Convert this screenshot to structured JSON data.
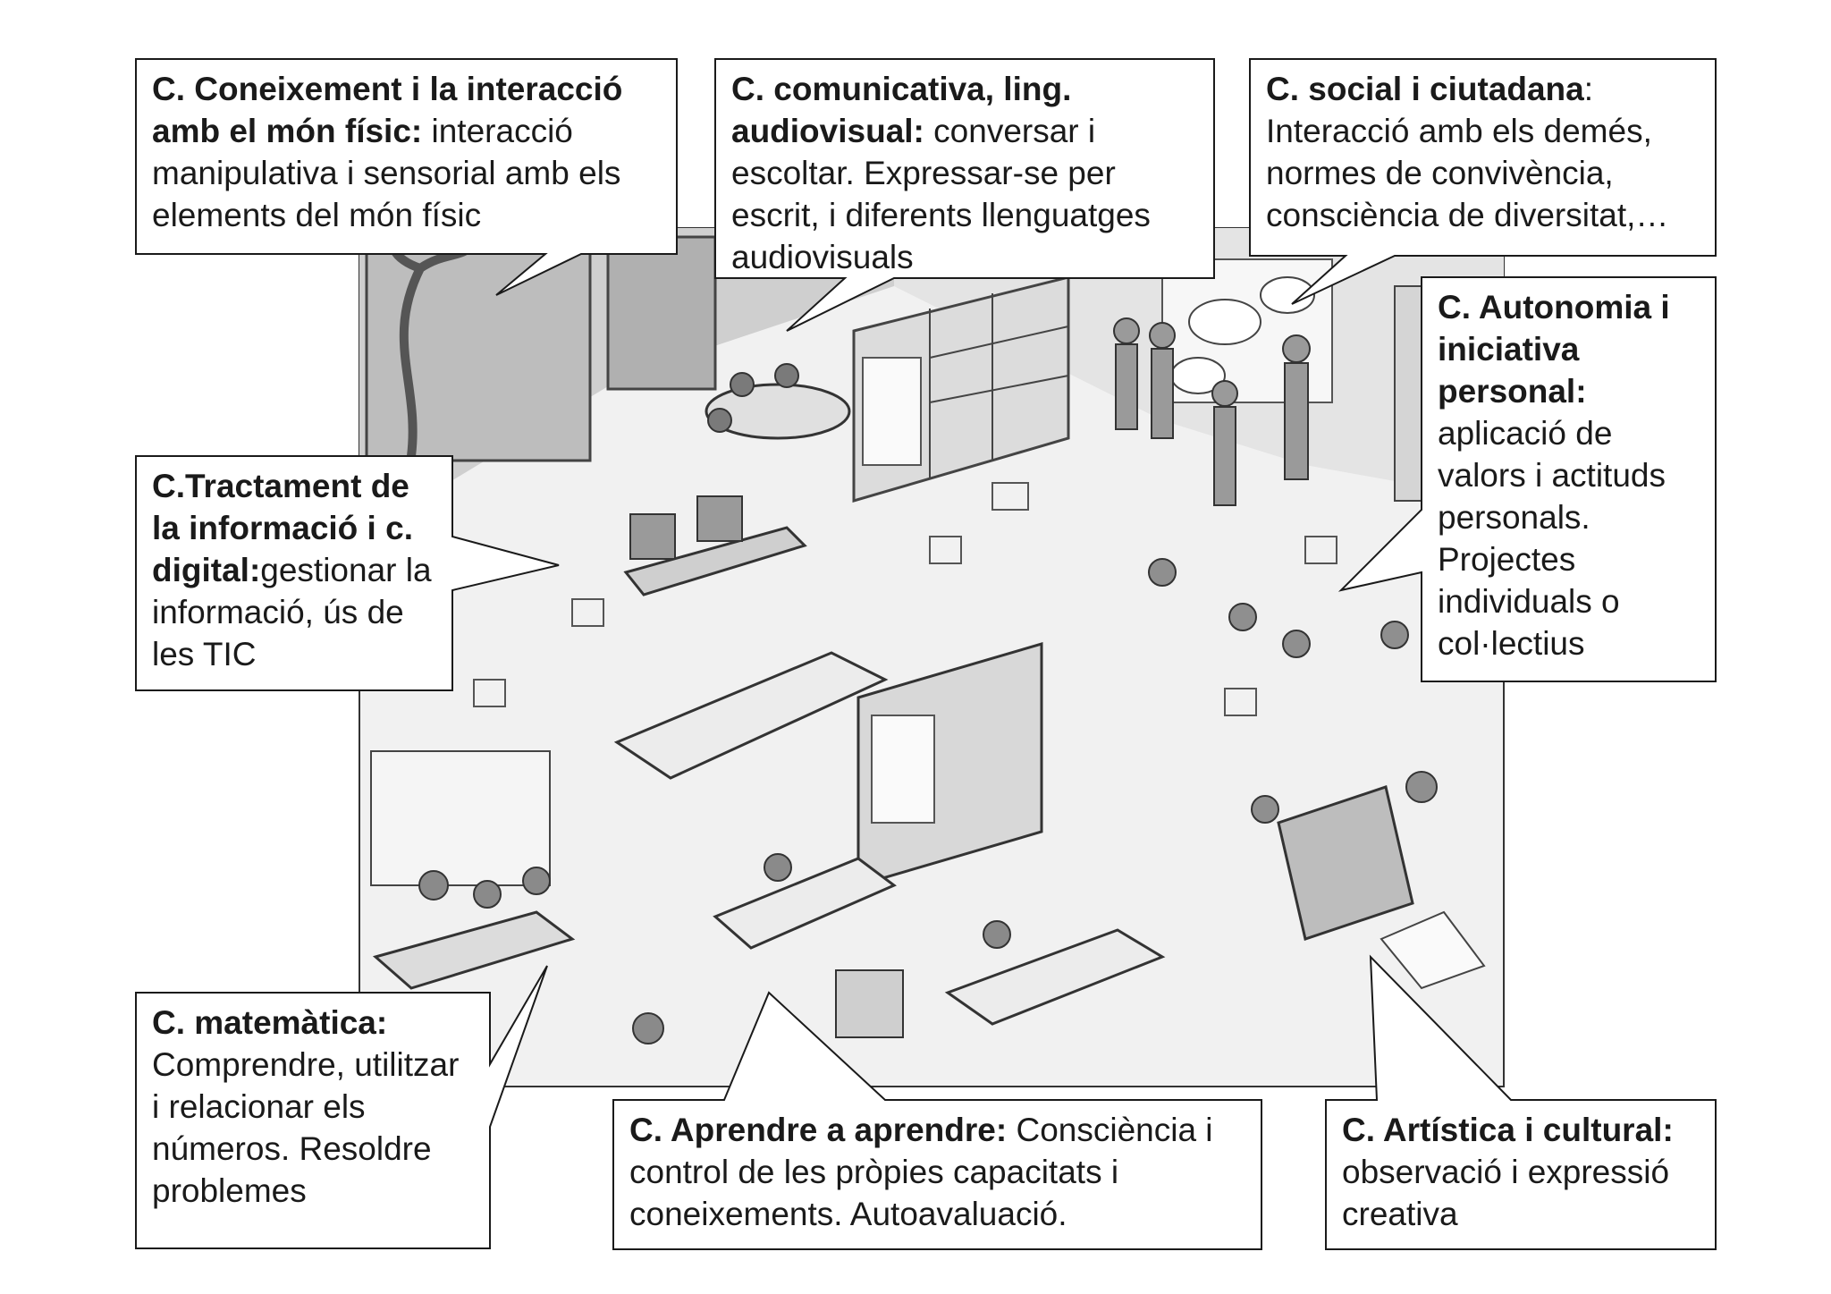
{
  "callouts": {
    "fisic": {
      "bold": "C. Coneixement i la interacció amb el món físic:",
      "text": " interacció manipulativa i sensorial amb els elements del món físic"
    },
    "comunicativa": {
      "bold": "C. comunicativa, ling. audiovisual:",
      "text": " conversar i escoltar. Expressar-se per escrit, i diferents llenguatges audiovisuals"
    },
    "social": {
      "bold": "C. social i ciutadana",
      "text": ": Interacció amb els demés, normes de convivència, consciència de diversitat,…"
    },
    "autonomia": {
      "bold": "C. Autonomia i iniciativa personal:",
      "text": " aplicació de valors i actituds personals. Projectes individuals o col·lectius"
    },
    "digital": {
      "bold": "C.Tractament de la informació i c. digital:",
      "text": "gestionar la informació, ús de les TIC"
    },
    "matematica": {
      "bold": "C. matemàtica:",
      "text": " Comprendre, utilitzar i relacionar els números. Resoldre problemes"
    },
    "aprendre": {
      "bold": "C. Aprendre a aprendre:",
      "text": " Consciència i control de les pròpies capacitats i coneixements. Autoavaluació."
    },
    "artistica": {
      "bold": "C. Artística i cultural:",
      "text": " observació i expressió creativa"
    }
  },
  "colors": {
    "ink": "#1a1a1a",
    "floor": "#f1f1f1",
    "wall": "#c9c9c9",
    "shade": "#8a8a8a"
  }
}
